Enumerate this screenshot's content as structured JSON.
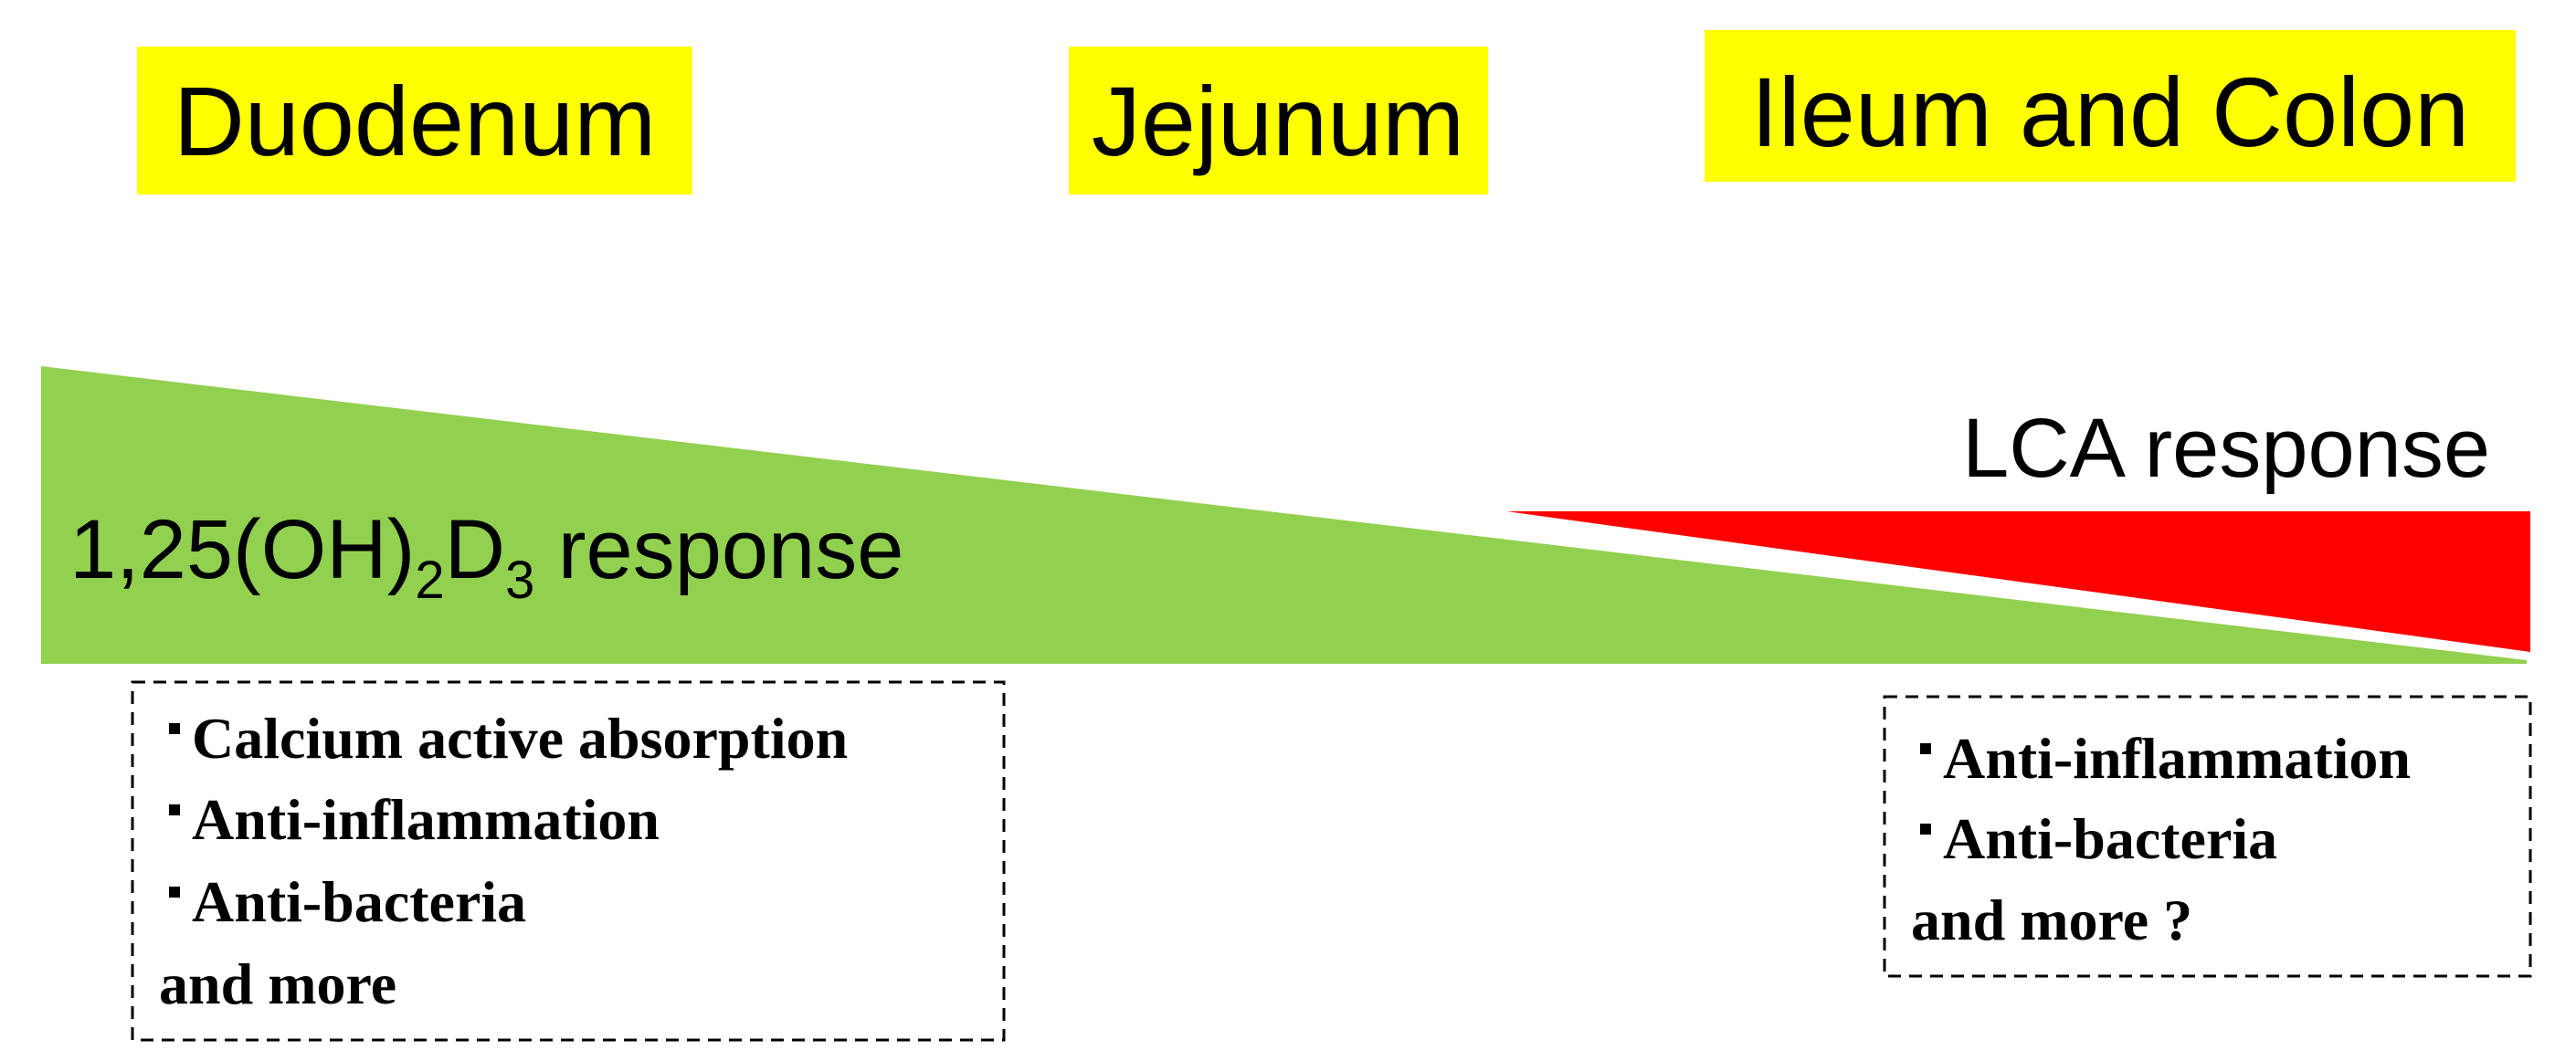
{
  "regions": {
    "duodenum": "Duodenum",
    "jejunum": "Jejunum",
    "ileum_colon": "Ileum and Colon"
  },
  "vitd_response": {
    "prefix": "1,25(OH)",
    "sub1": "2",
    "mid": "D",
    "sub2": "3",
    "suffix": " response"
  },
  "lca_response": "LCA response",
  "left_box": {
    "items": [
      "Calcium active absorption",
      "Anti-inflammation",
      "Anti-bacteria"
    ],
    "footer": "and more"
  },
  "right_box": {
    "items": [
      "Anti-inflammation",
      "Anti-bacteria"
    ],
    "footer": "and more ?"
  },
  "colors": {
    "highlight": "#ffff00",
    "vitd_wedge": "#92d050",
    "lca_wedge": "#ff0000"
  }
}
